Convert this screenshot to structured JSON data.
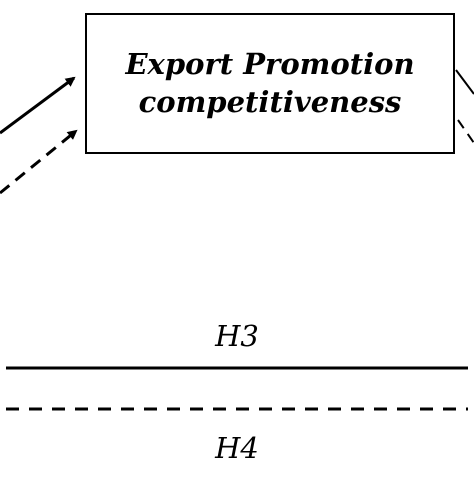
{
  "diagram": {
    "center_box": {
      "line1": "Export Promotion",
      "line2": "competitiveness"
    },
    "hypotheses": {
      "h3": "H3",
      "h4": "H4"
    },
    "colors": {
      "stroke": "#000000",
      "text": "#000000",
      "background": "#ffffff"
    }
  }
}
